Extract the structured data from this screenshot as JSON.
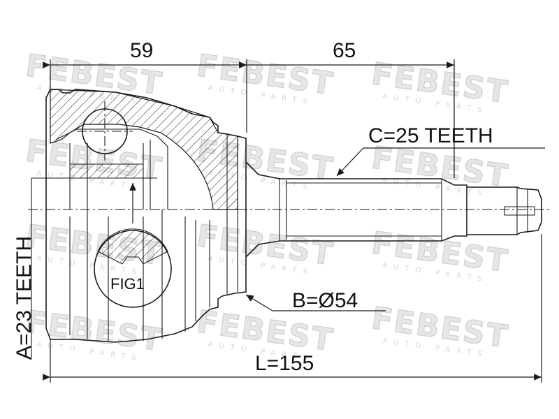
{
  "watermark": {
    "brand": "FEBEST",
    "sub": "AUTO PARTS"
  },
  "dimensions": {
    "housing_length": "59",
    "shaft_length": "65",
    "total_length": "L=155"
  },
  "labels": {
    "outer_spline": "C=25 TEETH",
    "abs_ring": "B=Ø54",
    "inner_spline": "A=23 TEETH",
    "figure_ref": "FIG1"
  }
}
